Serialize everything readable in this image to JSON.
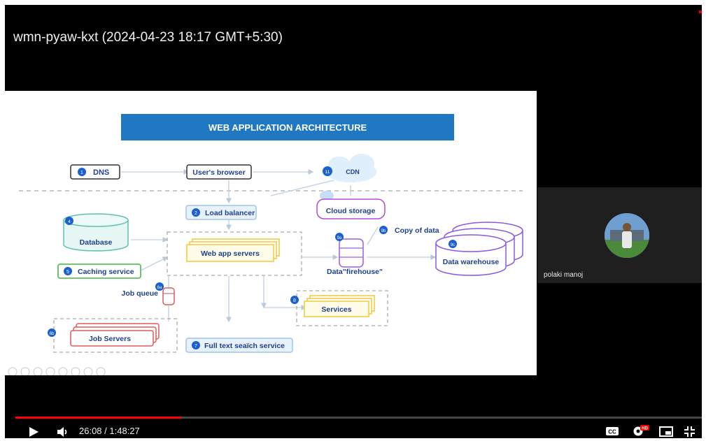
{
  "video": {
    "title": "wmn-pyaw-kxt (2024-04-23 18:17 GMT+5:30)",
    "current_time": "26:08",
    "duration": "1:48:27",
    "progress": 0.241
  },
  "participant": {
    "name": "polaki manoj"
  },
  "slide": {
    "title": "WEB APPLICATION ARCHITECTURE",
    "nodes": {
      "dns": {
        "badge": "1",
        "label": "DNS"
      },
      "browser": {
        "label": "User's browser"
      },
      "cdn": {
        "badge": "11",
        "label": "CDN"
      },
      "load_balancer": {
        "badge": "2",
        "label": "Load balancer"
      },
      "cloud_storage": {
        "label": "Cloud storage"
      },
      "database": {
        "badge": "4",
        "label": "Database"
      },
      "web_servers": {
        "label": "Web app servers"
      },
      "firehouse": {
        "badge": "9a",
        "label": "Data\"firehouse\""
      },
      "copy_data": {
        "badge": "9b",
        "label": "Copy of data"
      },
      "warehouse": {
        "badge": "9c",
        "label": "Data warehouse"
      },
      "caching": {
        "badge": "5",
        "label": "Caching service"
      },
      "job_queue": {
        "badge": "6a",
        "label": "Job queue"
      },
      "services": {
        "badge": "8",
        "label": "Services"
      },
      "job_servers": {
        "badge": "6b",
        "label": "Job Servers"
      },
      "search": {
        "badge": "7",
        "label": "Full text seaїch service"
      }
    }
  },
  "controls": {
    "play_icon": "play-icon",
    "volume_icon": "volume-icon",
    "captions_icon": "captions-icon",
    "settings_icon": "settings-icon",
    "settings_badge": "HD",
    "miniplayer_icon": "miniplayer-icon",
    "exit_fullscreen_icon": "exit-fullscreen-icon"
  },
  "colors": {
    "accent": "#ff0000",
    "slide_banner": "#1f78c1",
    "badge": "#1c5fcf"
  }
}
